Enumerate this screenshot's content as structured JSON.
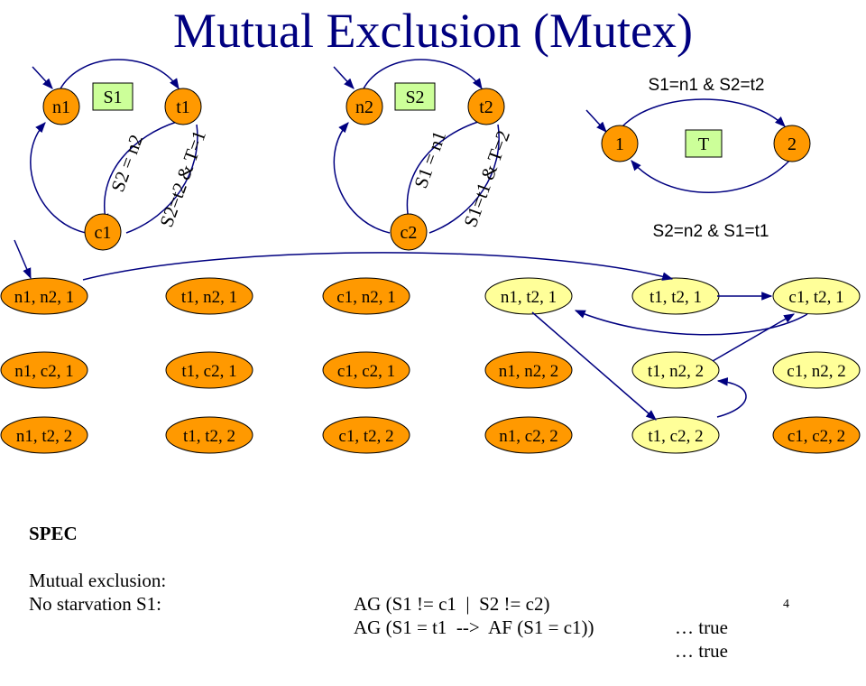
{
  "title": "Mutual Exclusion (Mutex)",
  "colors": {
    "state_orange": "#ff9900",
    "state_yellow": "#ffff99",
    "label_green": "#ccff99",
    "title": "#000080",
    "edge": "#000080"
  },
  "automata": {
    "s1": {
      "box": "S1",
      "nodes": [
        "n1",
        "t1",
        "c1"
      ],
      "guard_enter": "S2 = n2",
      "guard_exit": "S2=t2 & T=1"
    },
    "s2": {
      "box": "S2",
      "nodes": [
        "n2",
        "t2",
        "c2"
      ],
      "guard_enter": "S1 = n1",
      "guard_exit": "S1=t1 & T=2"
    },
    "t": {
      "box": "T",
      "nodes": [
        "1",
        "2"
      ],
      "guard_top": "S1=n1 & S2=t2",
      "guard_bottom": "S2=n2 & S1=t1"
    }
  },
  "states": [
    [
      "n1, n2, 1",
      "t1, n2, 1",
      "c1, n2, 1",
      "n1, t2, 1",
      "t1, t2, 1",
      "c1, t2, 1"
    ],
    [
      "n1, c2, 1",
      "t1, c2, 1",
      "c1, c2, 1",
      "n1, n2, 2",
      "t1, n2, 2",
      "c1, n2, 2"
    ],
    [
      "n1, t2, 2",
      "t1, t2, 2",
      "c1, t2, 2",
      "n1, c2, 2",
      "t1, c2, 2",
      "c1, c2, 2"
    ]
  ],
  "state_yellow": [
    [
      0,
      3
    ],
    [
      0,
      4
    ],
    [
      0,
      5
    ],
    [
      1,
      4
    ],
    [
      1,
      5
    ],
    [
      2,
      4
    ]
  ],
  "spec": {
    "heading": "SPEC",
    "rows": [
      {
        "name": "Mutual exclusion:",
        "formula": "AG (S1 != c1  |  S2 != c2)",
        "result": "… true"
      },
      {
        "name": "No starvation S1:",
        "formula": "AG (S1 = t1  -->  AF (S1 = c1))",
        "result": "… true"
      }
    ]
  },
  "page_number": "4"
}
